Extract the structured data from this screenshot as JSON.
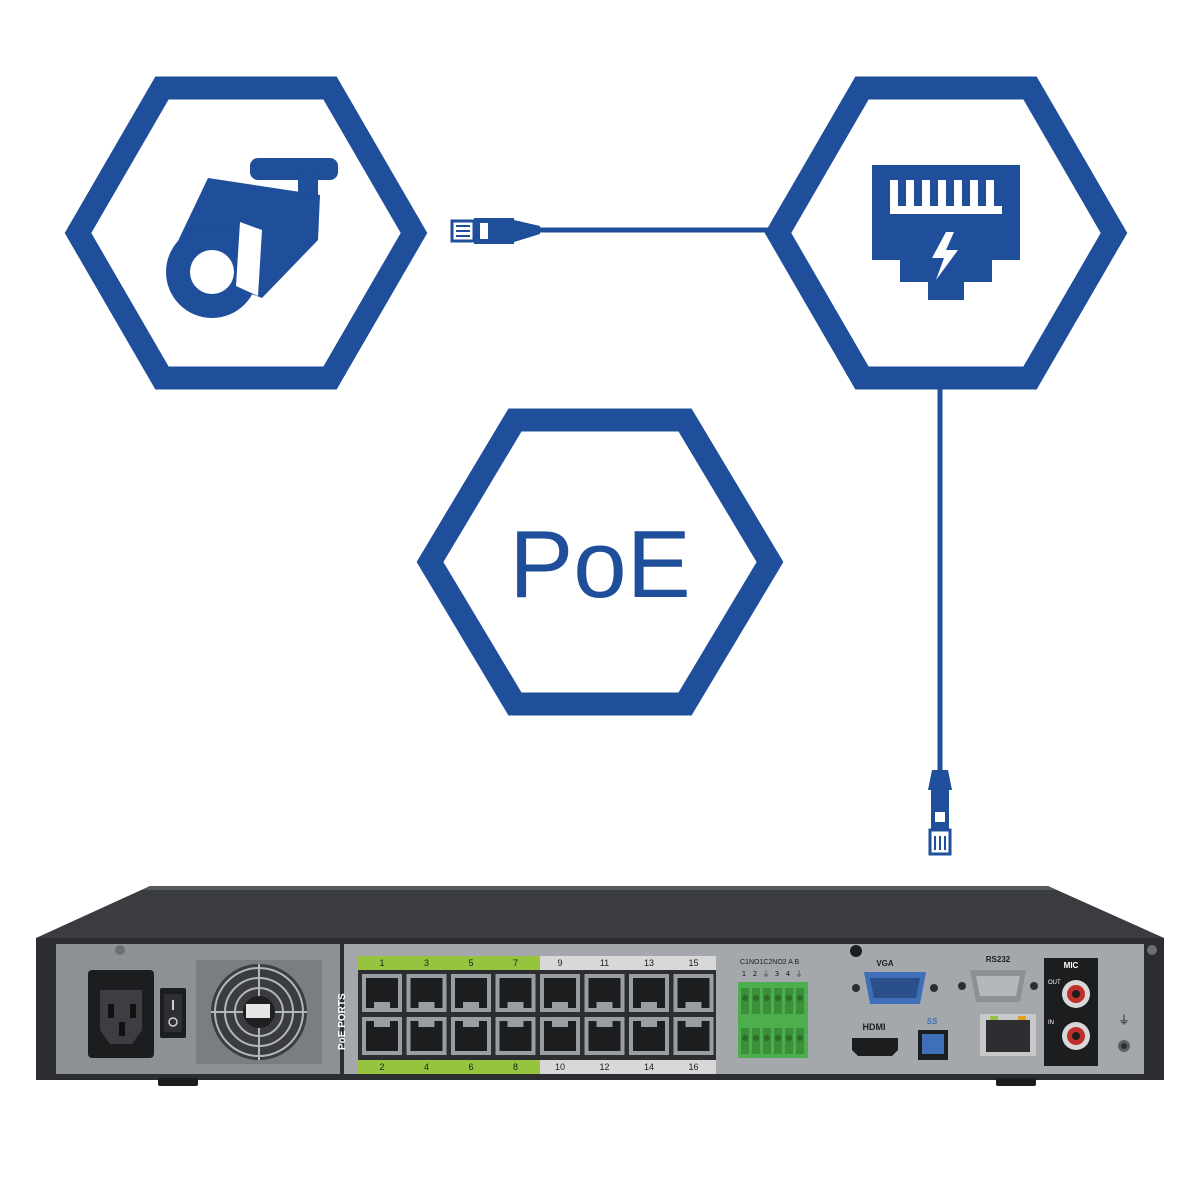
{
  "colors": {
    "brand_blue": "#1f4e9b",
    "chassis_dark": "#2b2d30",
    "panel_gray": "#9ea2a6",
    "port_green": "#97c43f",
    "port_gray": "#d8d8d8",
    "terminal_green": "#4cae4c",
    "vga_blue": "#3e6fb8"
  },
  "icons": {
    "camera": "camera-icon",
    "poe_port": "poe-port-icon",
    "cable": "ethernet-cable-icon"
  },
  "poe_badge": {
    "text": "PoE"
  },
  "device": {
    "poe_ports_label": "PoE PORTS",
    "port_numbers_top": [
      "1",
      "3",
      "5",
      "7",
      "9",
      "11",
      "13",
      "15"
    ],
    "port_numbers_bottom": [
      "2",
      "4",
      "6",
      "8",
      "10",
      "12",
      "14",
      "16"
    ],
    "alarm_header": "C1NO1C2NO2 A  B",
    "alarm_sub": [
      "1",
      "2",
      "⏚",
      "3",
      "4",
      "⏚"
    ],
    "vga_label": "VGA",
    "rs232_label": "RS232",
    "mic_label": "MIC",
    "out_label": "OUT",
    "in_label": "IN",
    "hdmi_label": "HDMI",
    "usb_label": "SS",
    "ground_symbol": "⏚"
  }
}
